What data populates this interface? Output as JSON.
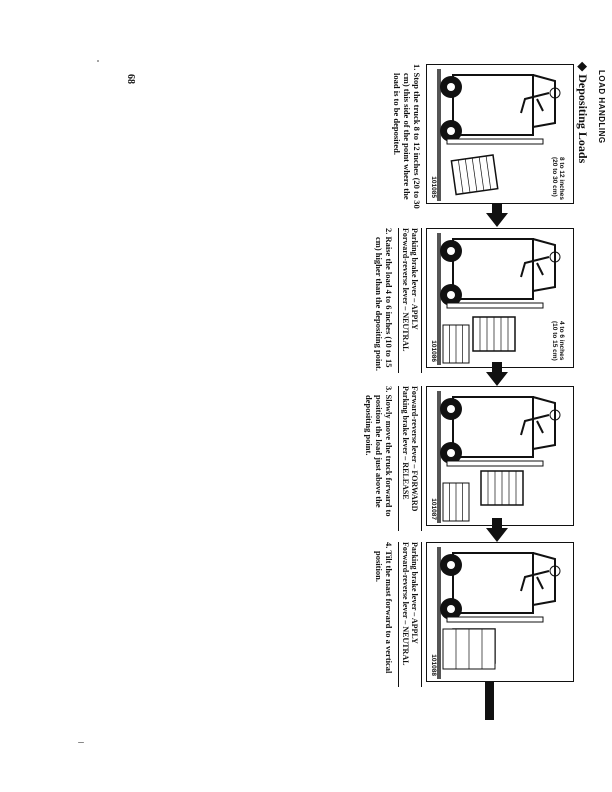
{
  "header": "LOAD HANDLING",
  "section_title": "◆ Depositing Loads",
  "page_number": "68",
  "steps": [
    {
      "figure": "101085",
      "annotation": [
        "8 to 12 inches",
        "(20 to 30 cm)"
      ],
      "levers": [],
      "text": "1. Stop the truck 8 to 12 inches (20 to 30 cm) this side of the point where the load is to be deposited."
    },
    {
      "figure": "101086",
      "annotation": [
        "4 to 6 inches",
        "(10 to 15 cm)"
      ],
      "levers": [
        "Parking brake lever – APPLY",
        "Forward-reverse lever – NEUTRAL"
      ],
      "text": "2. Raise the load 4 to 6 inches (10 to 15 cm) higher than the depositing point."
    },
    {
      "figure": "101087",
      "annotation": [],
      "levers": [
        "Forward-reverse lever – FORWARD",
        "Parking brake lever – RELEASE"
      ],
      "text": "3. Slowly move the truck forward to position the load just above the depositing point."
    },
    {
      "figure": "101088",
      "annotation": [],
      "levers": [
        "Parking brake lever – APPLY",
        "Forward-reverse lever – NEUTRAL"
      ],
      "text": "4. Tilt the mast forward to a vertical position."
    }
  ]
}
